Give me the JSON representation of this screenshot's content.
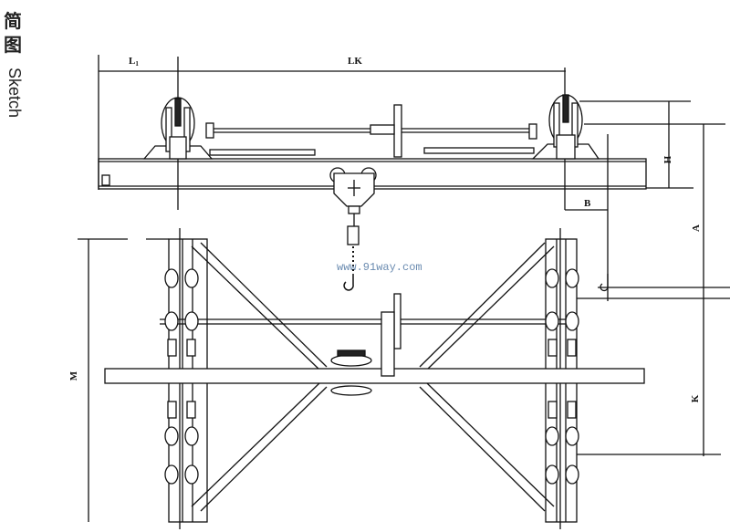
{
  "title": {
    "cn": "简图",
    "en": "Sketch"
  },
  "dimensions": {
    "l1": "L",
    "l1_sub": "1",
    "lk": "LK",
    "h": "H",
    "b": "B",
    "a": "A",
    "m": "M",
    "k": "K"
  },
  "watermark": "www.91way.com"
}
